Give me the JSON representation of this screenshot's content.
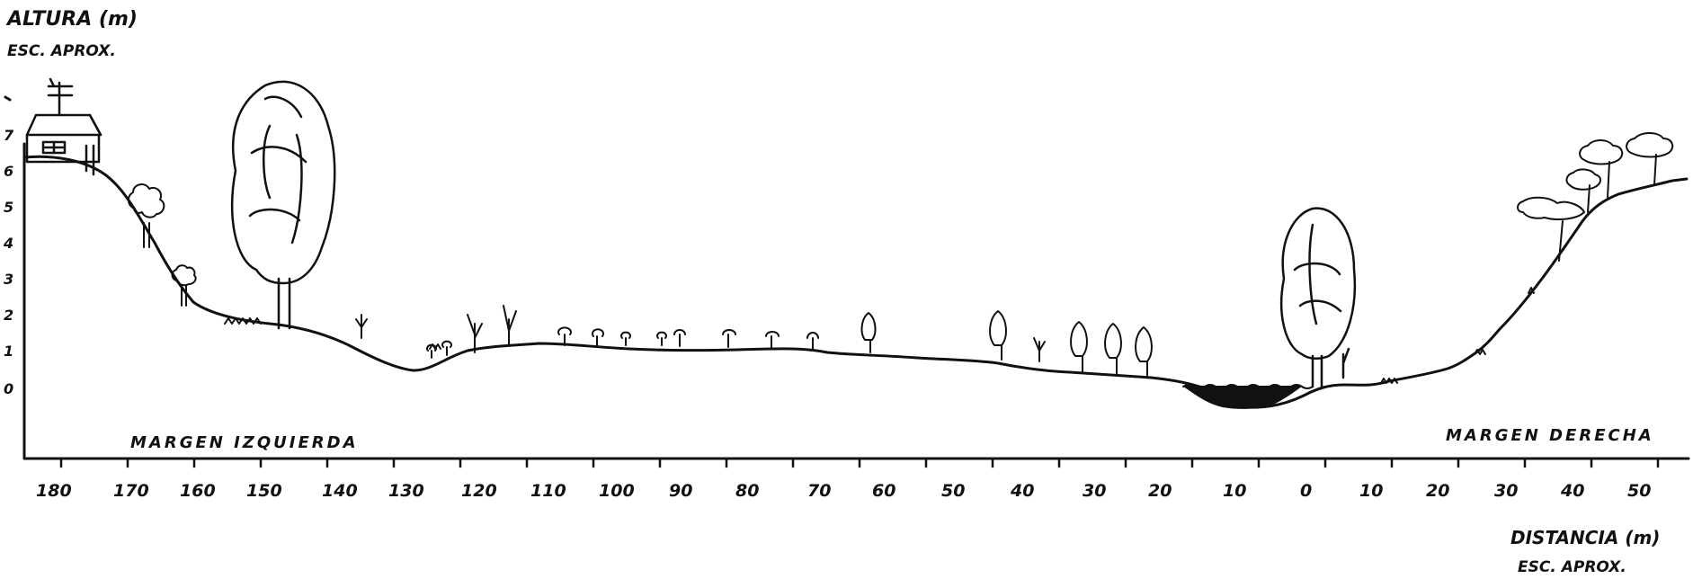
{
  "labels": {
    "y_title": "ALTURA (m)",
    "y_scale": "ESC. APROX.",
    "x_title": "DISTANCIA (m)",
    "x_scale": "ESC. APROX.",
    "left_bank": "MARGEN IZQUIERDA",
    "right_bank": "MARGEN DERECHA"
  },
  "y_ticks": [
    "0",
    "1",
    "2",
    "3",
    "4",
    "5",
    "6",
    "7"
  ],
  "x_ticks_left": [
    "180",
    "170",
    "160",
    "150",
    "140",
    "130",
    "120",
    "110",
    "100",
    "90",
    "80",
    "70",
    "60",
    "50",
    "40",
    "30",
    "20",
    "10"
  ],
  "x_ticks_right": [
    "0",
    "10",
    "20",
    "30",
    "40",
    "50"
  ],
  "colors": {
    "ink": "#111111",
    "paper": "#ffffff"
  }
}
